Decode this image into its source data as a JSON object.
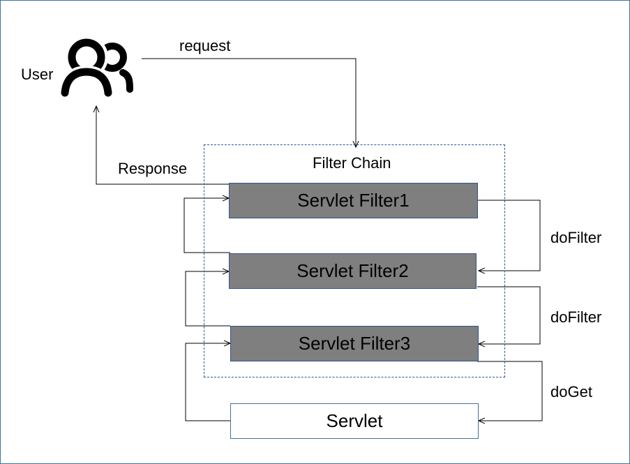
{
  "user": {
    "label": "User",
    "icon": "users-icon"
  },
  "arrows": {
    "request": "request",
    "response": "Response",
    "dofilter_1": "doFilter",
    "dofilter_2": "doFilter",
    "doget": "doGet"
  },
  "chain": {
    "title": "Filter Chain",
    "filters": [
      "Servlet Filter1",
      "Servlet Filter2",
      "Servlet Filter3"
    ]
  },
  "servlet": {
    "label": "Servlet"
  },
  "colors": {
    "filter_fill": "#7f7f7f",
    "border": "#41719c",
    "chain_dash": "#2f5597"
  }
}
